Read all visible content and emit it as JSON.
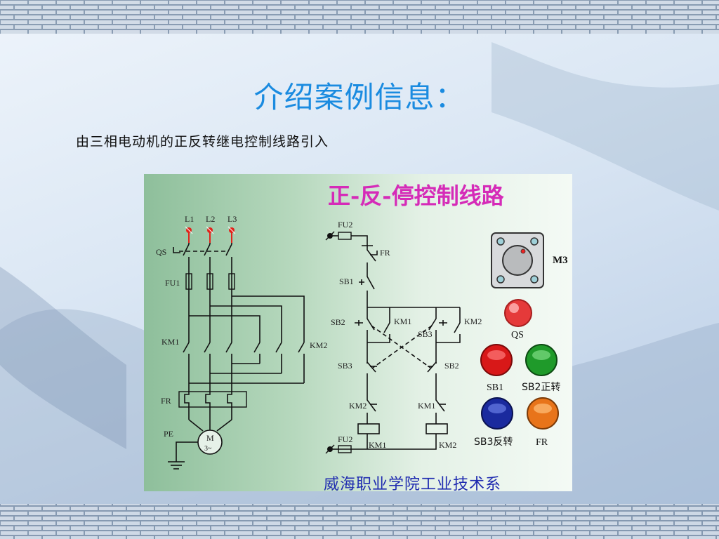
{
  "slide": {
    "title": "介绍案例信息：",
    "subtitle": "由三相电动机的正反转继电控制线路引入"
  },
  "diagram": {
    "title": "正-反-停控制线路",
    "department": "威海职业学院工业技术系",
    "main_circuit": {
      "phase_labels": [
        "L1",
        "L2",
        "L3"
      ],
      "qs": "QS",
      "fu1": "FU1",
      "km1": "KM1",
      "km2": "KM2",
      "fr": "FR",
      "pe": "PE",
      "motor_m": "M",
      "motor_type": "3~"
    },
    "control_circuit": {
      "fu2_top": "FU2",
      "fr": "FR",
      "sb1": "SB1",
      "sb2": "SB2",
      "km1_hold": "KM1",
      "sb3_top": "SB3",
      "km2_hold": "KM2",
      "sb3": "SB3",
      "sb2_right": "SB2",
      "km2_interlock": "KM2",
      "km1_interlock": "KM1",
      "fu2_bottom": "FU2",
      "coil_km1": "KM1",
      "coil_km2": "KM2"
    },
    "panel_controls": {
      "switch_label": "M3",
      "qs_lamp": "QS",
      "sb1": "SB1",
      "sb2": "SB2正转",
      "sb3": "SB3反转",
      "fr": "FR"
    },
    "colors": {
      "qs_lamp": "#e53a3a",
      "sb1": "#d81818",
      "sb2": "#1f9a2a",
      "sb3": "#1a2a9e",
      "fr": "#e8741a",
      "title": "#d52bb8",
      "department": "#1f2bb0",
      "slide_title": "#1a8be0"
    }
  }
}
